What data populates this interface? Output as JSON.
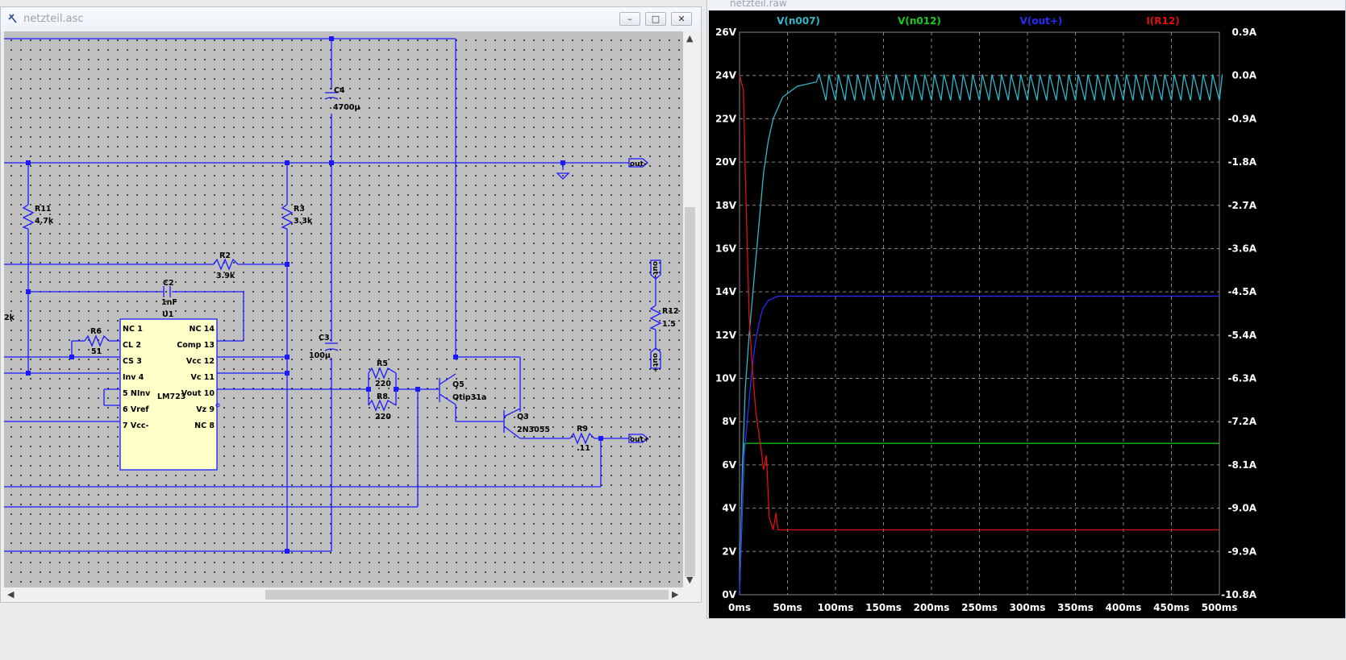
{
  "schematic_window": {
    "title": "netzteil.asc",
    "buttons": {
      "minimize": "–",
      "maximize": "□",
      "close": "✕"
    }
  },
  "components": {
    "c4": {
      "name": "C4",
      "value": "4700µ"
    },
    "c3": {
      "name": "C3",
      "value": "100µ"
    },
    "c2": {
      "name": "C2",
      "value": "1nF"
    },
    "r11": {
      "name": "R11",
      "value": "4.7k"
    },
    "r3": {
      "name": "R3",
      "value": "3.3k"
    },
    "r2": {
      "name": "R2",
      "value": "3.9k"
    },
    "r6": {
      "name": "R6",
      "value": "51"
    },
    "r5": {
      "name": "R5",
      "value": "220"
    },
    "r8": {
      "name": "R8",
      "value": "220"
    },
    "r9": {
      "name": "R9",
      "value": ".11"
    },
    "r12": {
      "name": "R12",
      "value": "1.5"
    },
    "q5": {
      "name": "Q5",
      "value": "Qtip31a"
    },
    "q3": {
      "name": "Q3",
      "value": "2N3055"
    },
    "partial_left": "2k",
    "u1": {
      "name": "U1",
      "part": "LM723",
      "pins_left": [
        "NC 1",
        "CL 2",
        "CS 3",
        "Inv 4",
        "5 NInv",
        "6 Vref",
        "7 Vcc-"
      ],
      "pins_right": [
        "NC 14",
        "Comp 13",
        "Vcc 12",
        "Vc 11",
        "Vout 10",
        "Vz 9",
        "NC 8"
      ]
    }
  },
  "net_labels": {
    "out_minus": "out-",
    "out_plus": "out+"
  },
  "waveform_window": {
    "title": "netzteil.raw"
  },
  "chart_data": {
    "type": "line",
    "traces": [
      {
        "name": "V(n007)",
        "color": "#2fb8c8",
        "axis": "left"
      },
      {
        "name": "V(n012)",
        "color": "#19cc19",
        "axis": "left"
      },
      {
        "name": "V(out+)",
        "color": "#2b2bff",
        "axis": "left"
      },
      {
        "name": "I(R12)",
        "color": "#e01010",
        "axis": "right"
      }
    ],
    "x_ticks": [
      "0ms",
      "50ms",
      "100ms",
      "150ms",
      "200ms",
      "250ms",
      "300ms",
      "350ms",
      "400ms",
      "450ms",
      "500ms"
    ],
    "y_left_ticks": [
      "26V",
      "24V",
      "22V",
      "20V",
      "18V",
      "16V",
      "14V",
      "12V",
      "10V",
      "8V",
      "6V",
      "4V",
      "2V",
      "0V"
    ],
    "y_right_ticks": [
      "0.9A",
      "0.0A",
      "-0.9A",
      "-1.8A",
      "-2.7A",
      "-3.6A",
      "-4.5A",
      "-5.4A",
      "-6.3A",
      "-7.2A",
      "-8.1A",
      "-9.0A",
      "-9.9A",
      "-10.8A"
    ],
    "xlim": [
      0,
      500
    ],
    "ylim_left": [
      0,
      26
    ],
    "ylim_right": [
      -10.8,
      0.9
    ],
    "grid": true,
    "series_data": {
      "vn007": {
        "rise": [
          [
            0,
            0
          ],
          [
            3,
            6
          ],
          [
            6,
            9.5
          ],
          [
            10,
            12
          ],
          [
            15,
            14.5
          ],
          [
            20,
            17
          ],
          [
            25,
            19.5
          ],
          [
            30,
            21
          ],
          [
            35,
            22
          ],
          [
            45,
            23
          ],
          [
            60,
            23.5
          ],
          [
            80,
            23.7
          ]
        ],
        "ripple_center": 23.45,
        "ripple_amp": 0.6,
        "ripple_period_ms": 10
      },
      "vn012": [
        [
          0,
          0
        ],
        [
          4,
          5.5
        ],
        [
          5,
          7
        ],
        [
          500,
          7
        ]
      ],
      "vout": [
        [
          0,
          0
        ],
        [
          4,
          6
        ],
        [
          8,
          8
        ],
        [
          12,
          10
        ],
        [
          16,
          11.5
        ],
        [
          20,
          12.5
        ],
        [
          24,
          13.2
        ],
        [
          30,
          13.6
        ],
        [
          40,
          13.8
        ],
        [
          500,
          13.8
        ]
      ],
      "ir12": [
        [
          0,
          0.0
        ],
        [
          4,
          -0.3
        ],
        [
          6,
          -2
        ],
        [
          8,
          -3.5
        ],
        [
          10,
          -5
        ],
        [
          13,
          -6
        ],
        [
          17,
          -7
        ],
        [
          22,
          -7.7
        ],
        [
          25,
          -8.2
        ],
        [
          28,
          -7.9
        ],
        [
          31,
          -9.2
        ],
        [
          35,
          -9.45
        ],
        [
          38,
          -9.1
        ],
        [
          40,
          -9.45
        ],
        [
          500,
          -9.45
        ]
      ]
    }
  }
}
